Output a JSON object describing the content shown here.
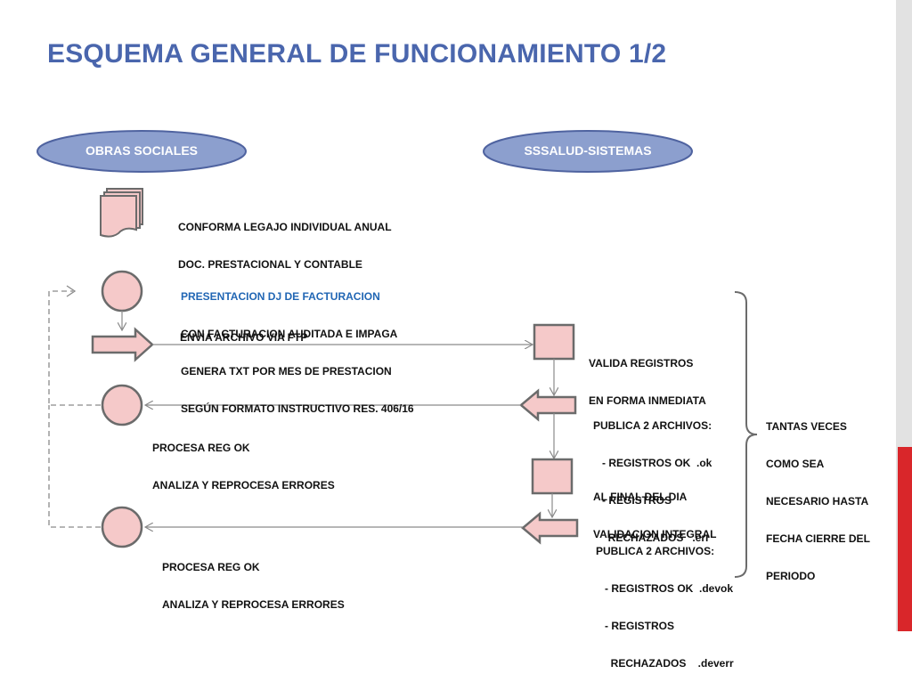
{
  "title": "ESQUEMA GENERAL DE FUNCIONAMIENTO  1/2",
  "colors": {
    "title": "#4a66ad",
    "ellipse_fill": "#8c9fce",
    "shape_fill": "#f5c9c9",
    "shape_stroke": "#6b6b6b",
    "connector": "#8a8a8a",
    "highlight_text": "#2166b4",
    "side_stripe": "#d9262a"
  },
  "lanes": {
    "left": "OBRAS SOCIALES",
    "right": "SSSALUD-SISTEMAS"
  },
  "steps": {
    "legajo": [
      "CONFORMA LEGAJO INDIVIDUAL ANUAL",
      "DOC. PRESTACIONAL Y CONTABLE"
    ],
    "presentacion_title": "PRESENTACION DJ DE FACTURACION",
    "presentacion": [
      "CON FACTURACION AUDITADA E IMPAGA",
      "GENERA TXT POR MES DE PRESTACION",
      "SEGÚN FORMATO INSTRUCTIVO RES. 406/16"
    ],
    "envia": "ENVIA ARCHIVO VIA FTP",
    "valida": [
      "VALIDA REGISTROS",
      "EN FORMA INMEDIATA"
    ],
    "publica1": [
      "PUBLICA 2 ARCHIVOS:",
      "   - REGISTROS OK  .ok",
      "   - REGISTROS",
      "     RECHAZADOS   .err"
    ],
    "procesa1": [
      "PROCESA REG OK",
      "ANALIZA Y REPROCESA ERRORES"
    ],
    "final_dia": [
      "AL FINAL DEL DIA",
      "VALIDACION INTEGRAL"
    ],
    "publica2": [
      "PUBLICA 2 ARCHIVOS:",
      "   - REGISTROS OK  .devok",
      "   - REGISTROS",
      "     RECHAZADOS    .deverr"
    ],
    "procesa2": [
      "PROCESA REG OK",
      "ANALIZA Y REPROCESA ERRORES"
    ],
    "tantas_veces": [
      "TANTAS VECES",
      "COMO SEA",
      "NECESARIO HASTA",
      "FECHA CIERRE DEL",
      "PERIODO"
    ]
  }
}
